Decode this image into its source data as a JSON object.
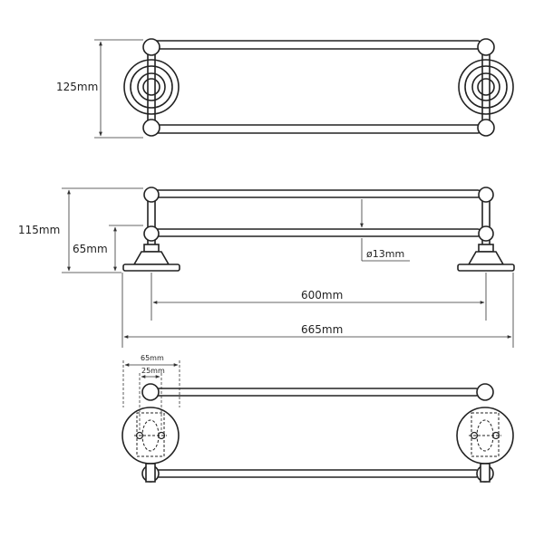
{
  "dimensions": {
    "front_height": "125mm",
    "side_total_height": "115mm",
    "side_lower_height": "65mm",
    "tube_diameter": "ø13mm",
    "inner_length": "600mm",
    "overall_length": "665mm",
    "mount_width": "65mm",
    "hole_spacing": "25mm"
  }
}
